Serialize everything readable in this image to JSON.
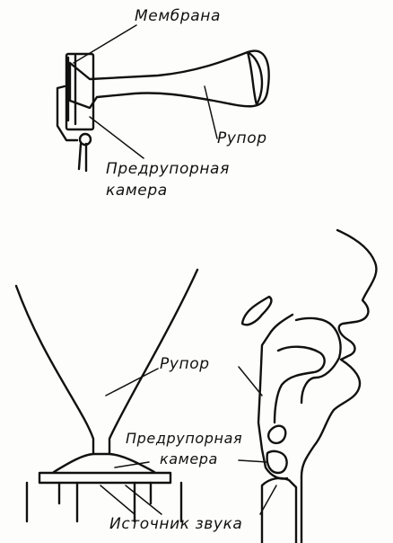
{
  "top_diagram": {
    "labels": {
      "membrane": "Мембрана",
      "horn": "Рупор",
      "prechamber_line1": "Предрупорная",
      "prechamber_line2": "камера"
    }
  },
  "bottom_diagram": {
    "labels": {
      "horn": "Рупор",
      "prechamber_line1": "Предрупорная",
      "prechamber_line2": "камера",
      "sound_source": "Источник звука"
    }
  }
}
